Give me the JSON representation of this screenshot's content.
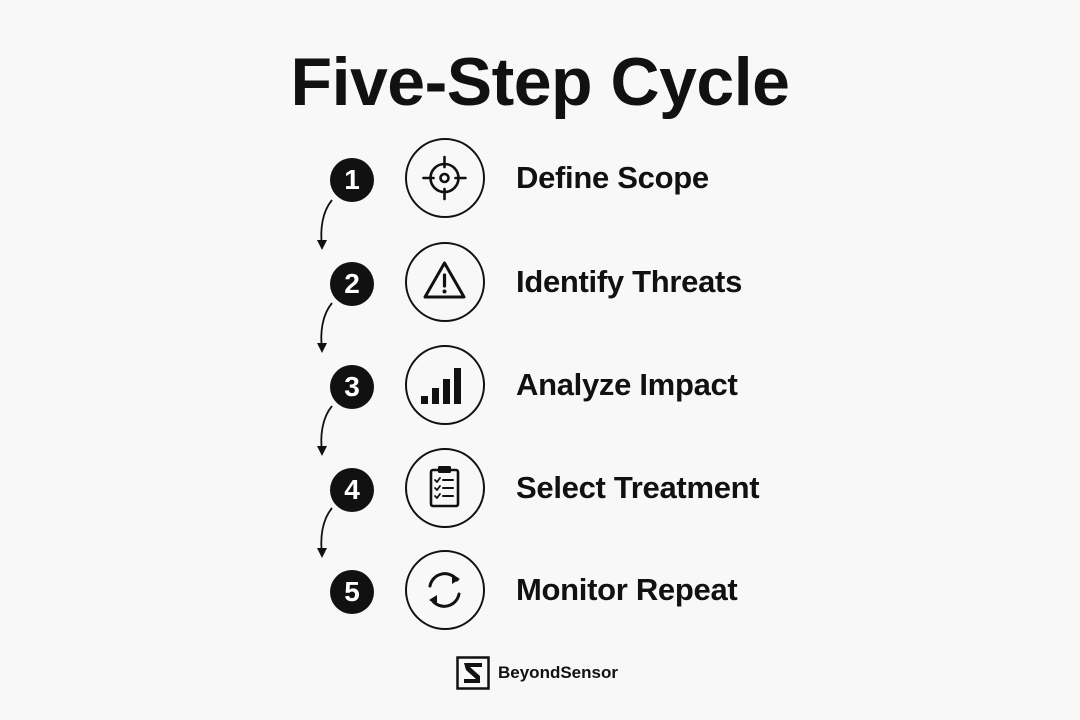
{
  "title": "Five-Step Cycle",
  "steps": [
    {
      "number": "1",
      "label": "Define Scope",
      "icon": "target-icon"
    },
    {
      "number": "2",
      "label": "Identify Threats",
      "icon": "warning-icon"
    },
    {
      "number": "3",
      "label": "Analyze Impact",
      "icon": "bar-chart-icon"
    },
    {
      "number": "4",
      "label": "Select Treatment",
      "icon": "clipboard-checklist-icon"
    },
    {
      "number": "5",
      "label": "Monitor Repeat",
      "icon": "refresh-cycle-icon"
    }
  ],
  "footer": {
    "brand": "BeyondSensor",
    "logo_icon": "beyondsensor-logo-icon"
  },
  "colors": {
    "background": "#f8f8f8",
    "foreground": "#111111"
  }
}
